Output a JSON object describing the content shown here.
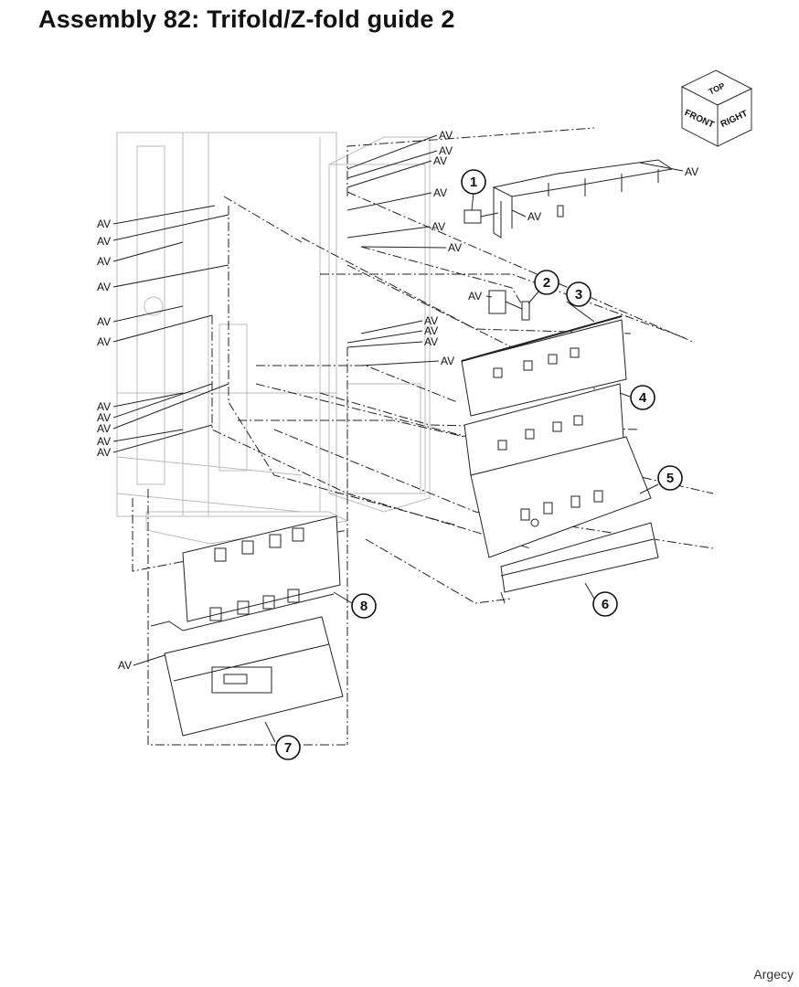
{
  "page": {
    "title": "Assembly 82: Trifold/Z-fold guide 2",
    "watermark": "Argecy"
  },
  "orientation_cube": {
    "top": "TOP",
    "front": "FRONT",
    "right": "RIGHT"
  },
  "callouts": [
    "1",
    "2",
    "3",
    "4",
    "5",
    "6",
    "7",
    "8"
  ],
  "av_label": "AV"
}
